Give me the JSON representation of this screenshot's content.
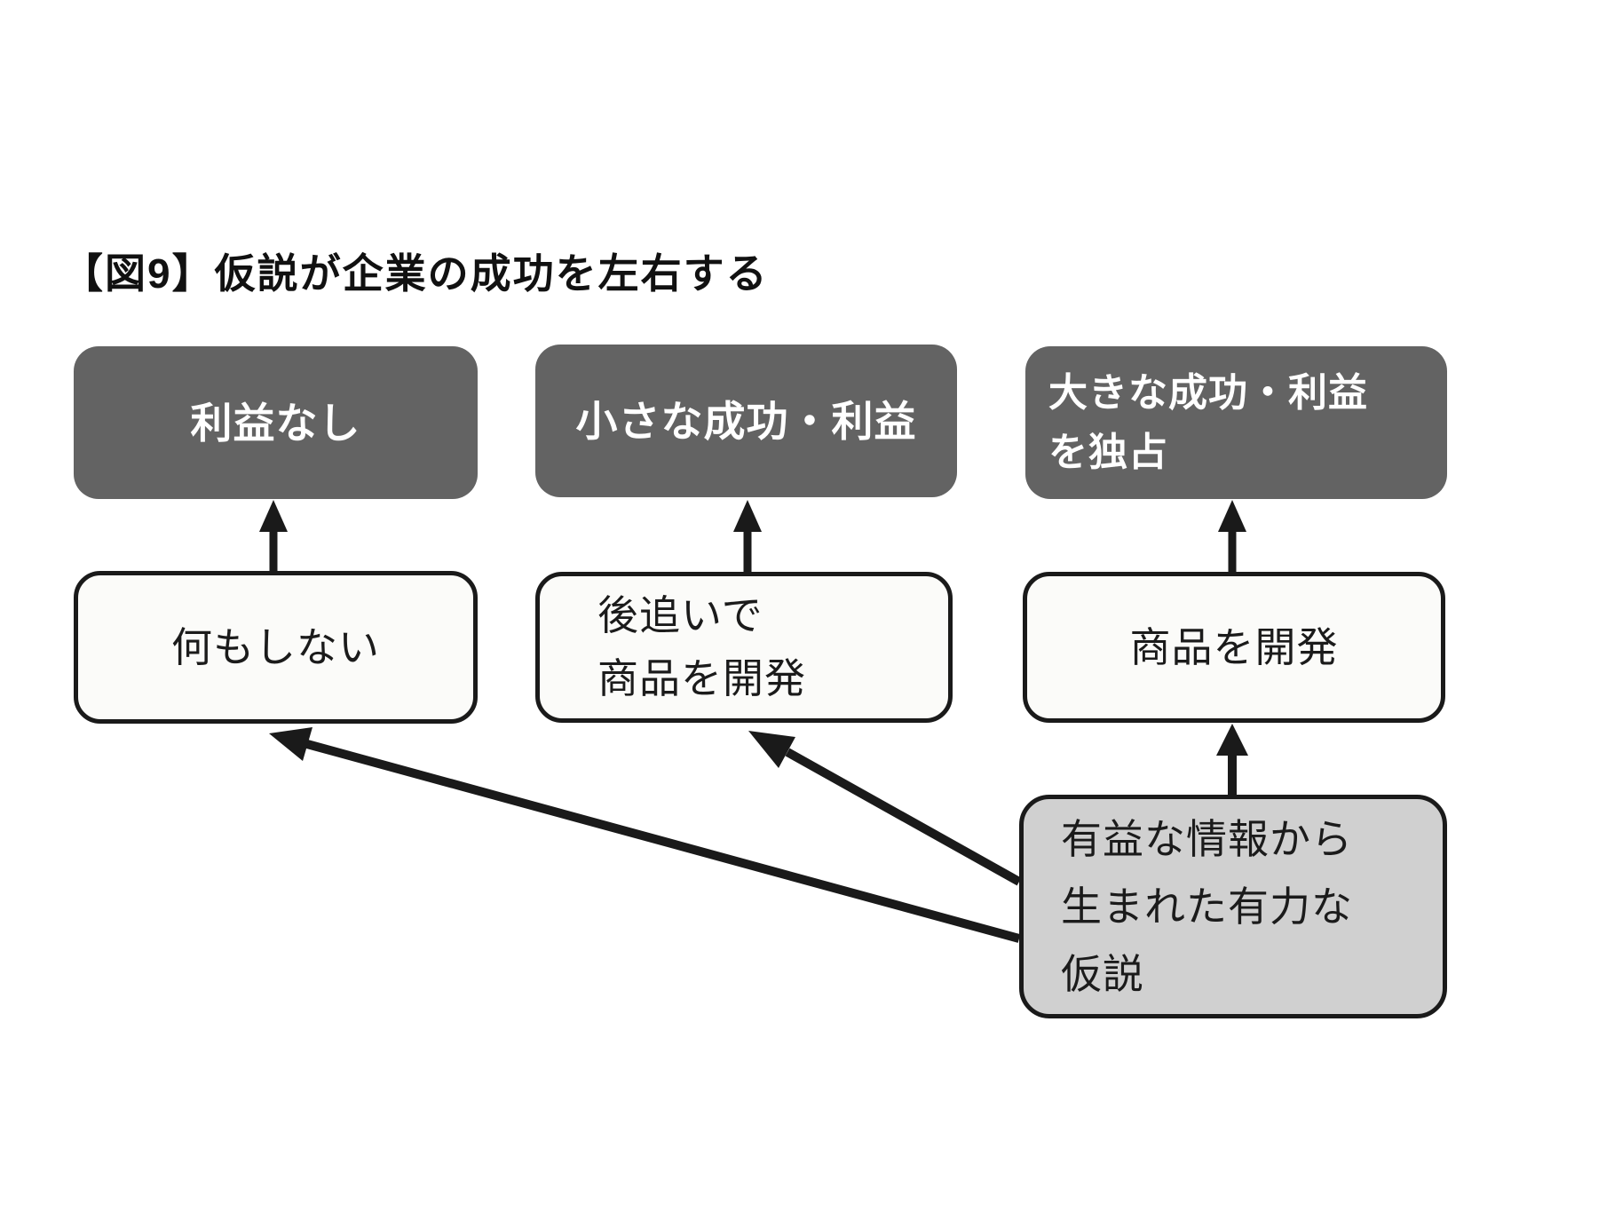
{
  "title": "【図9】仮説が企業の成功を左右する",
  "colors": {
    "dark_box": "#636363",
    "light_box": "#fbfbf9",
    "gray_box": "#d0d0d0",
    "line": "#1a1a1a",
    "background": "#ffffff"
  },
  "outcome_boxes": [
    {
      "name": "no-profit",
      "lines": [
        "利益なし"
      ]
    },
    {
      "name": "small-success-profit",
      "lines": [
        "小さな成功・利益"
      ]
    },
    {
      "name": "big-success-monopoly",
      "lines": [
        "大きな成功・利益",
        "を独占"
      ]
    }
  ],
  "action_boxes": [
    {
      "name": "do-nothing",
      "lines": [
        "何もしない"
      ]
    },
    {
      "name": "follow-up-develop",
      "lines": [
        "後追いで",
        "商品を開発"
      ]
    },
    {
      "name": "develop-product",
      "lines": [
        "商品を開発"
      ]
    }
  ],
  "hypothesis_box": {
    "name": "strong-hypothesis",
    "lines": [
      "有益な情報から",
      "生まれた有力な",
      "仮説"
    ]
  }
}
